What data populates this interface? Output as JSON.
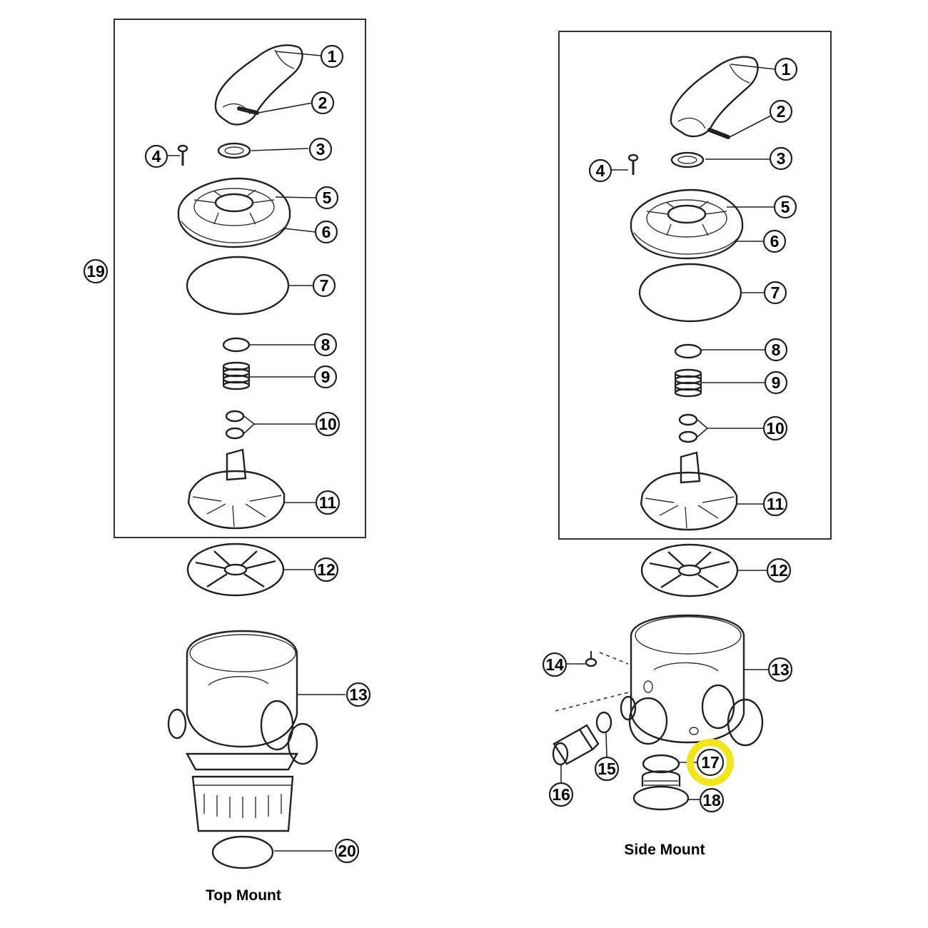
{
  "diagram": {
    "left_panel": {
      "caption": "Top Mount",
      "group_label": "19",
      "labels": [
        "1",
        "2",
        "3",
        "4",
        "5",
        "6",
        "7",
        "8",
        "9",
        "10",
        "11",
        "12",
        "13",
        "20"
      ]
    },
    "right_panel": {
      "caption": "Side Mount",
      "labels": [
        "1",
        "2",
        "3",
        "4",
        "5",
        "6",
        "7",
        "8",
        "9",
        "10",
        "11",
        "12",
        "13",
        "14",
        "15",
        "16",
        "17",
        "18"
      ]
    },
    "highlighted_label": "17",
    "colors": {
      "highlight": "#f2e51b",
      "line": "#222222",
      "background": "#ffffff"
    }
  }
}
